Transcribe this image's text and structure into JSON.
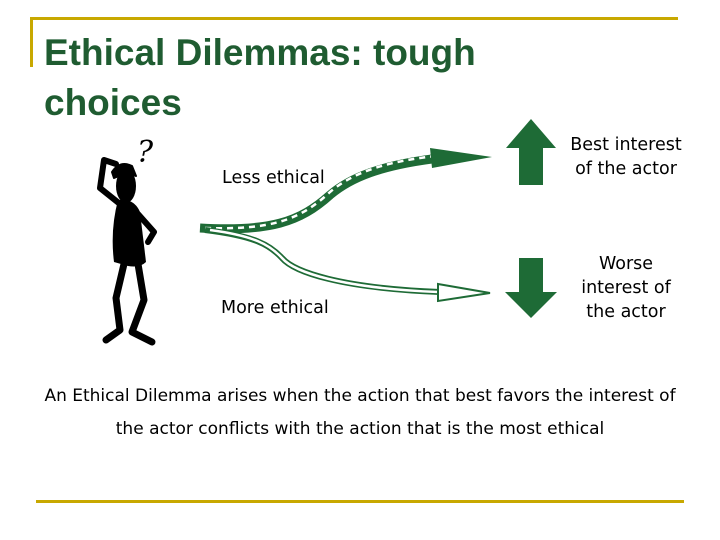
{
  "title": "Ethical Dilemmas: tough choices",
  "labels": {
    "less_ethical": "Less ethical",
    "more_ethical": "More ethical",
    "best_interest": "Best interest of the actor",
    "worse_interest": "Worse interest of the actor"
  },
  "question_mark": "?",
  "explanation": "An Ethical Dilemma arises when the action that best favors the interest of the actor conflicts with the action that is the most ethical",
  "icons": {
    "figure": "thinking-stick-figure-icon",
    "up_arrow": "green-up-arrow-icon",
    "down_arrow": "green-down-arrow-icon"
  },
  "colors": {
    "title": "#1f5c31",
    "accent_line": "#c8a800",
    "arrow_green": "#1e6b36",
    "figure": "#000000"
  }
}
